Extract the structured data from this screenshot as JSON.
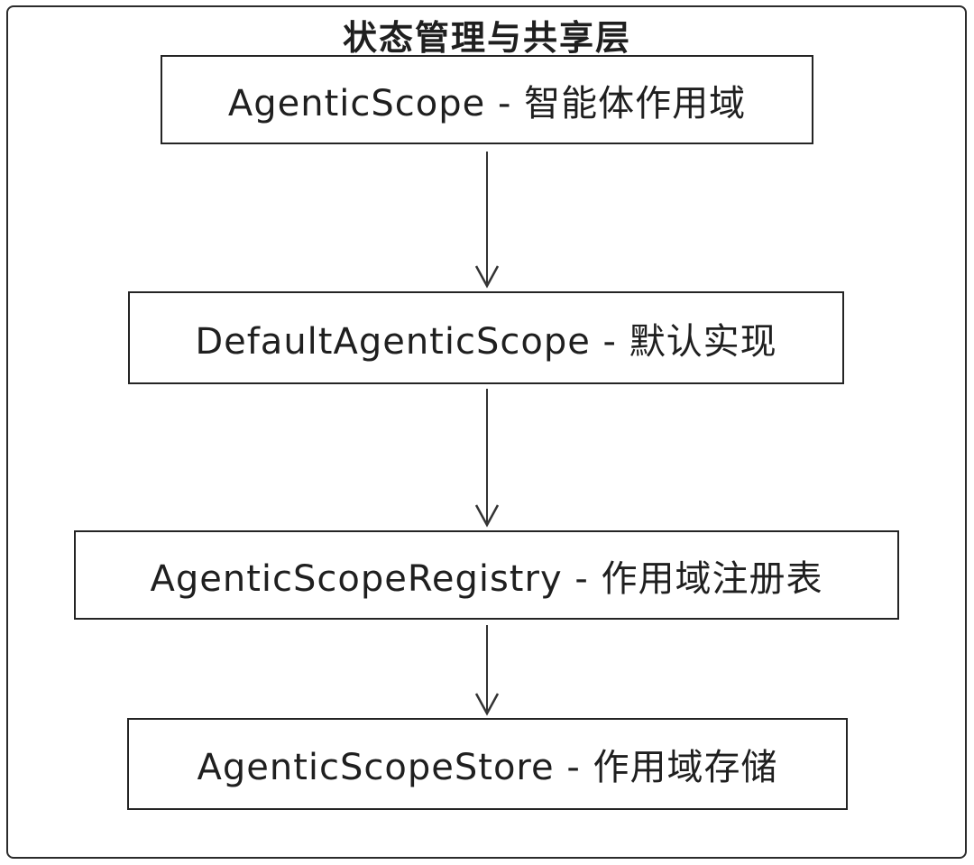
{
  "diagram": {
    "title": "状态管理与共享层",
    "nodes": [
      {
        "label": "AgenticScope - 智能体作用域"
      },
      {
        "label": "DefaultAgenticScope - 默认实现"
      },
      {
        "label": "AgenticScopeRegistry - 作用域注册表"
      },
      {
        "label": "AgenticScopeStore - 作用域存储"
      }
    ],
    "connections": [
      {
        "from": 0,
        "to": 1
      },
      {
        "from": 1,
        "to": 2
      },
      {
        "from": 2,
        "to": 3
      }
    ],
    "colors": {
      "stroke": "#2b2b2b",
      "background": "#ffffff"
    }
  }
}
